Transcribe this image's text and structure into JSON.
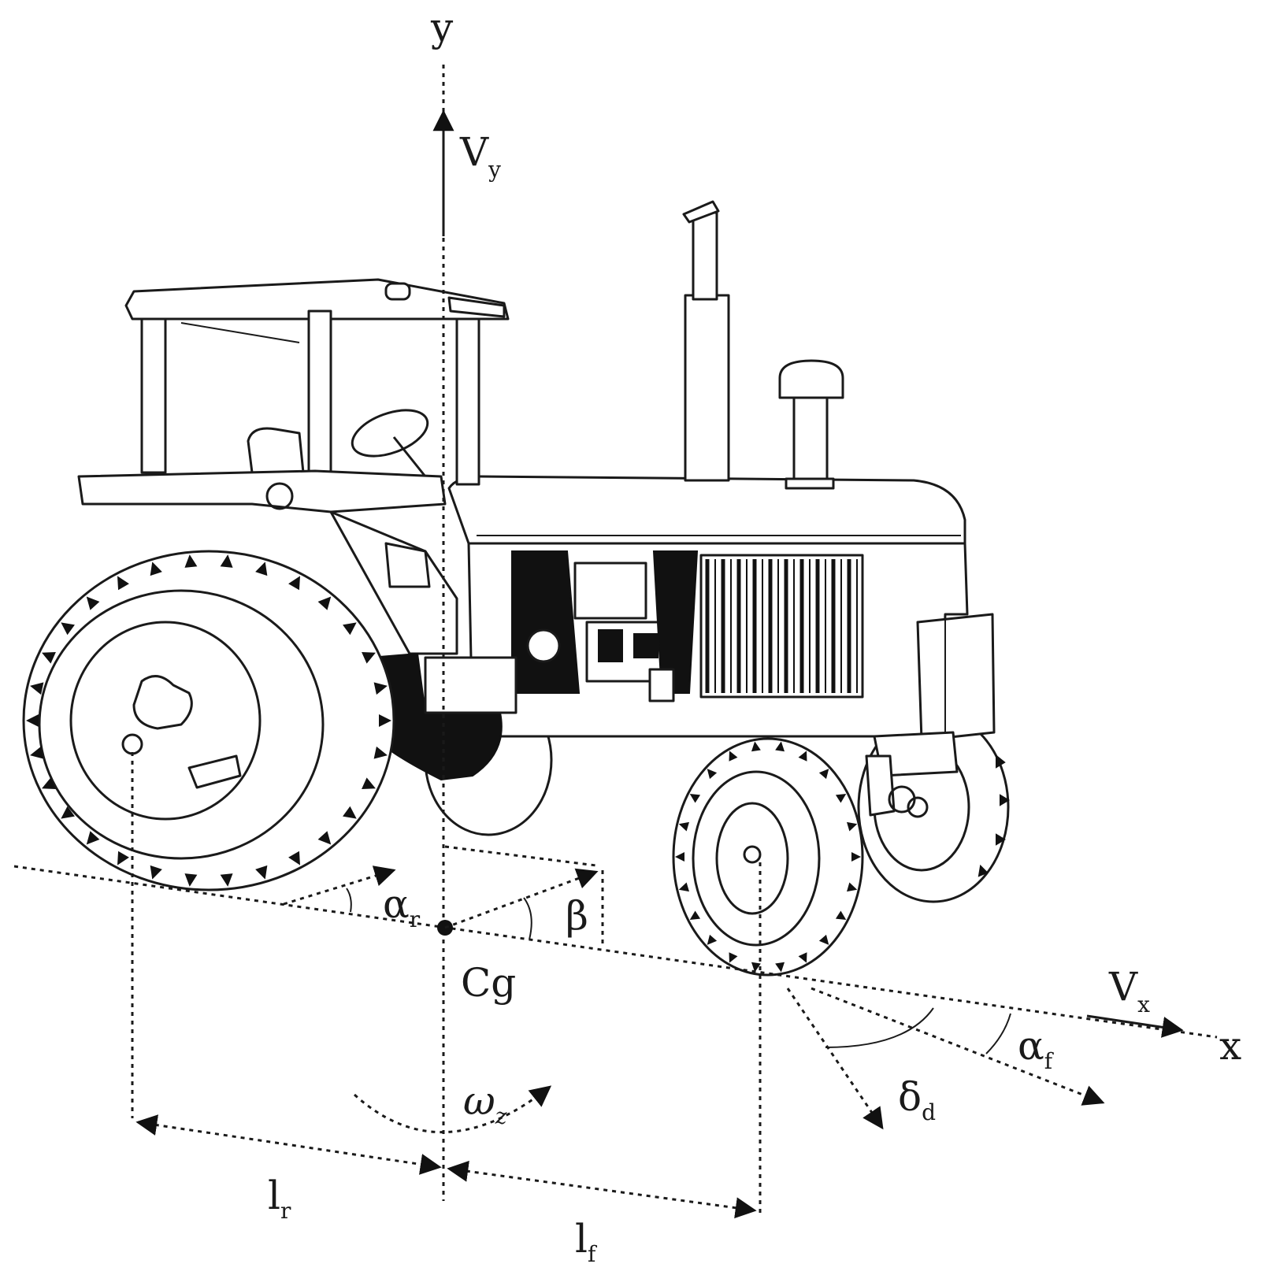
{
  "labels": {
    "y_axis": "y",
    "x_axis": "x",
    "vy": {
      "main": "V",
      "sub": "y"
    },
    "vx": {
      "main": "V",
      "sub": "x"
    },
    "cg": "Cg",
    "beta": "β",
    "alpha_r": {
      "main": "α",
      "sub": "r"
    },
    "alpha_f": {
      "main": "α",
      "sub": "f"
    },
    "delta_d": {
      "main": "δ",
      "sub": "d"
    },
    "omega_z": {
      "main": "ω",
      "sub": "z"
    },
    "l_r": {
      "main": "l",
      "sub": "r"
    },
    "l_f": {
      "main": "l",
      "sub": "f"
    }
  },
  "icons": {
    "tractor": "tractor-illustration"
  },
  "colors": {
    "ink": "#1a1a1a",
    "background": "#ffffff"
  }
}
